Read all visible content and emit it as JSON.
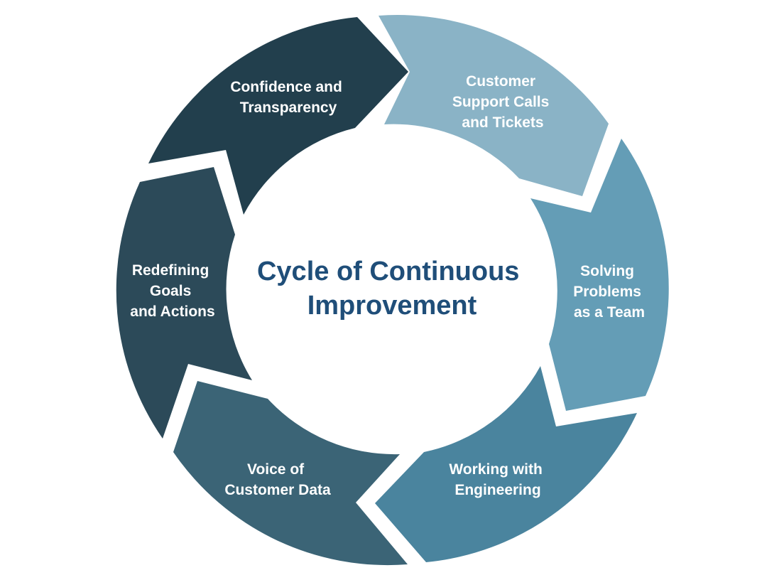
{
  "center": {
    "line1": "Cycle of Continuous",
    "line2": "Improvement"
  },
  "colors": {
    "title": "#1f4e79",
    "label": "#ffffff",
    "background": "#ffffff"
  },
  "segments": [
    {
      "lines": [
        "Customer",
        "Support Calls",
        "and Tickets"
      ],
      "color": "#8ab3c6"
    },
    {
      "lines": [
        "Solving",
        "Problems",
        "as a Team"
      ],
      "color": "#649db6"
    },
    {
      "lines": [
        "Working with",
        "Engineering"
      ],
      "color": "#4a849e"
    },
    {
      "lines": [
        "Voice of",
        "Customer Data"
      ],
      "color": "#3b6476"
    },
    {
      "lines": [
        "Redefining",
        "Goals",
        "and Actions"
      ],
      "color": "#2c4a59"
    },
    {
      "lines": [
        "Confidence and",
        "Transparency"
      ],
      "color": "#223f4d"
    }
  ]
}
